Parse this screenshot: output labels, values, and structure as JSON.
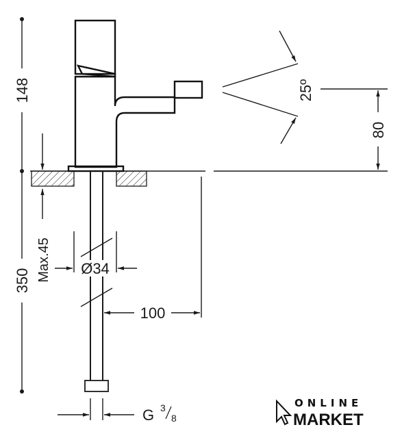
{
  "dimensions": {
    "total_height": "148",
    "depth": "350",
    "max_counter": "Max.45",
    "hole_diameter": "Ø34",
    "reach": "100",
    "spout_height": "80",
    "spray_angle": "25º",
    "thread": "G",
    "thread_frac_num": "3",
    "thread_frac_den": "8"
  },
  "logo": {
    "line1": "ONLINE",
    "line2": "MARKET"
  }
}
